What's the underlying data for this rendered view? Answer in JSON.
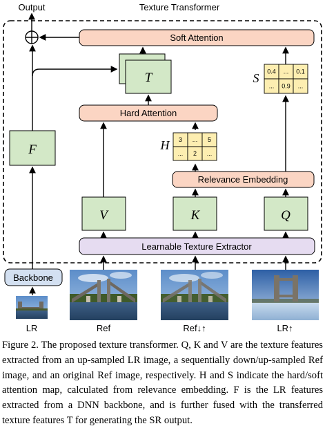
{
  "diagram": {
    "title_output": "Output",
    "title_transformer": "Texture Transformer",
    "soft_attention": "Soft Attention",
    "hard_attention": "Hard Attention",
    "relevance_embedding": "Relevance Embedding",
    "learnable_texture_extractor": "Learnable Texture Extractor",
    "backbone": "Backbone",
    "feature_F": "F",
    "feature_T": "T",
    "feature_V": "V",
    "feature_K": "K",
    "feature_Q": "Q",
    "map_S_label": "S",
    "map_H_label": "H",
    "soft_map_cells": [
      "0.4",
      "...",
      "0.1",
      "...",
      "0.9",
      "..."
    ],
    "hard_map_cells": [
      "3",
      "...",
      "5",
      "...",
      "2",
      "..."
    ],
    "image_labels": {
      "lr": "LR",
      "ref": "Ref",
      "ref_down_up": "Ref↓↑",
      "lr_up": "LR↑"
    },
    "colors": {
      "orange_box": "#fbd5c3",
      "green_box": "#d3e8c7",
      "purple_box": "#e6dcf1",
      "blue_box": "#d3e0f1",
      "map_fill": "#fdeeb1"
    }
  },
  "caption": {
    "text": "Figure 2. The proposed texture transformer. Q, K and V are the texture features extracted from an up-sampled LR image, a sequentially down/up-sampled Ref image, and an original Ref image, respectively. H and S indicate the hard/soft attention map, calculated from relevance embedding. F is the LR features extracted from a DNN backbone, and is further fused with the transferred texture features T for generating the SR output."
  }
}
